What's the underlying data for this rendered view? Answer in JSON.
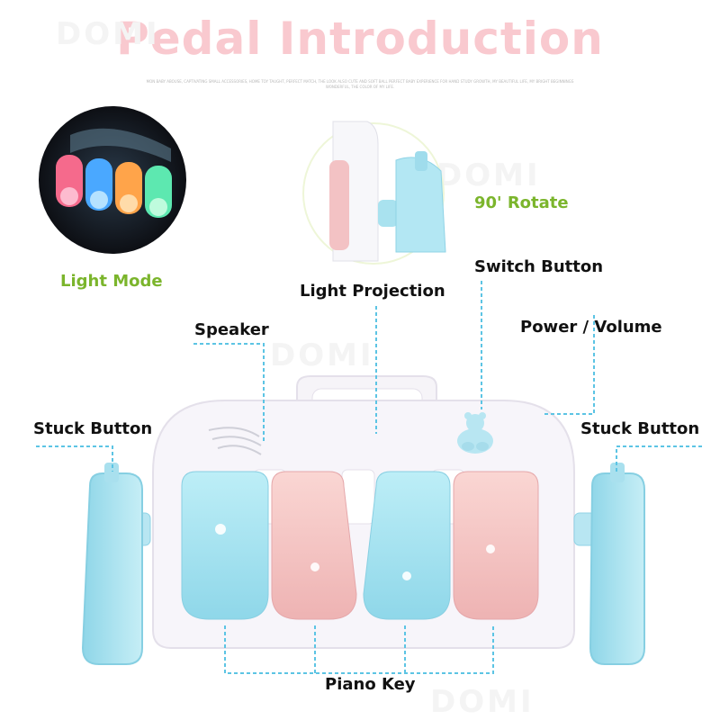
{
  "title": "Pedal Introduction",
  "subtitle": "MON BABY ABOUSE, CAPTIVATING SMALL ACCESSORIES, HOME TOY TAUGHT, PERFECT MATCH, THE LOOK ALSO CUTE AND SOFT BALL PERFECT BABY EXPERIENCE FOR HAND STUDY GROWTH, MY BEAUTIFUL LIFE, MY BRIGHT BEGINNINGS WONDERFUL, THE COLOR OF MY LIFE.",
  "watermark": "DOMI",
  "labels": {
    "light_mode": "Light Mode",
    "rotate": "90' Rotate",
    "switch_button": "Switch Button",
    "light_projection": "Light Projection",
    "speaker": "Speaker",
    "power_volume": "Power / Volume",
    "stuck_button_left": "Stuck Button",
    "stuck_button_right": "Stuck Button",
    "piano_key": "Piano Key"
  },
  "colors": {
    "title": "#f9c9cf",
    "accent_green": "#7bb52c",
    "leader_line": "#5cc4e4",
    "key_blue": "#a8e4f0",
    "key_pink": "#f5c4c4"
  }
}
